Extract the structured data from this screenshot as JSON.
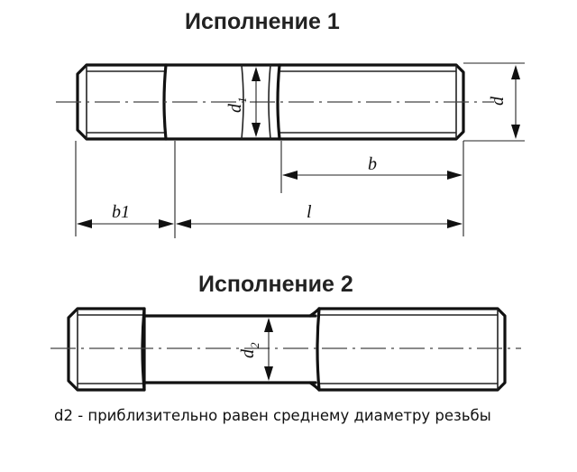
{
  "titles": {
    "variant1": "Исполнение 1",
    "variant2": "Исполнение 2"
  },
  "labels": {
    "d": "d",
    "d1_main": "d",
    "d1_sub": "1",
    "b": "b",
    "b1": "b1",
    "l": "l",
    "d2_main": "d",
    "d2_sub": "2"
  },
  "note": "d2 - приблизительно равен среднему диаметру резьбы"
}
